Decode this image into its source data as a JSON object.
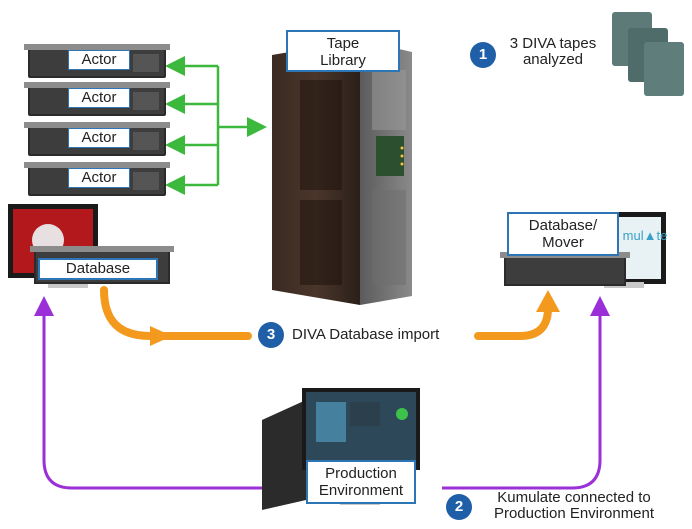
{
  "actors": [
    {
      "label": "Actor"
    },
    {
      "label": "Actor"
    },
    {
      "label": "Actor"
    },
    {
      "label": "Actor"
    }
  ],
  "tape_library": {
    "label": "Tape\nLibrary"
  },
  "database": {
    "label": "Database"
  },
  "database_mover": {
    "label": "Database/\nMover"
  },
  "monitor_brand": {
    "text": "mul▲te"
  },
  "production": {
    "label": "Production\nEnvironment"
  },
  "steps": [
    {
      "number": "1",
      "text": "3 DIVA tapes\nanalyzed"
    },
    {
      "number": "2",
      "text": "Kumulate connected to\nProduction Environment"
    },
    {
      "number": "3",
      "text": "DIVA Database import"
    }
  ],
  "colors": {
    "green_arrow": "#3cb83c",
    "orange_arrow": "#f39a1e",
    "purple_arrow": "#9b30d9",
    "label_border": "#2e75b6",
    "badge": "#1f5fa8"
  }
}
